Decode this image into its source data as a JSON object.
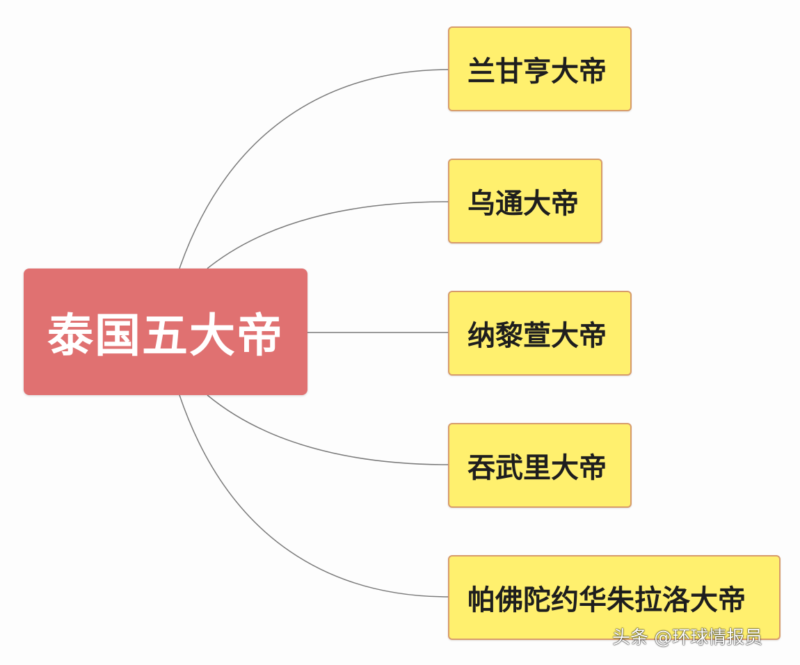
{
  "root": {
    "label": "泰国五大帝"
  },
  "children": [
    {
      "label": "兰甘亨大帝"
    },
    {
      "label": "乌通大帝"
    },
    {
      "label": "纳黎萱大帝"
    },
    {
      "label": "吞武里大帝"
    },
    {
      "label": "帕佛陀约华朱拉洛大帝"
    }
  ],
  "watermark": {
    "text": "头条 @环球情报员"
  },
  "colors": {
    "root_fill": "#e07171",
    "child_fill": "#fff06e",
    "child_border": "#d79b6b",
    "connector": "#7a7a7a"
  }
}
